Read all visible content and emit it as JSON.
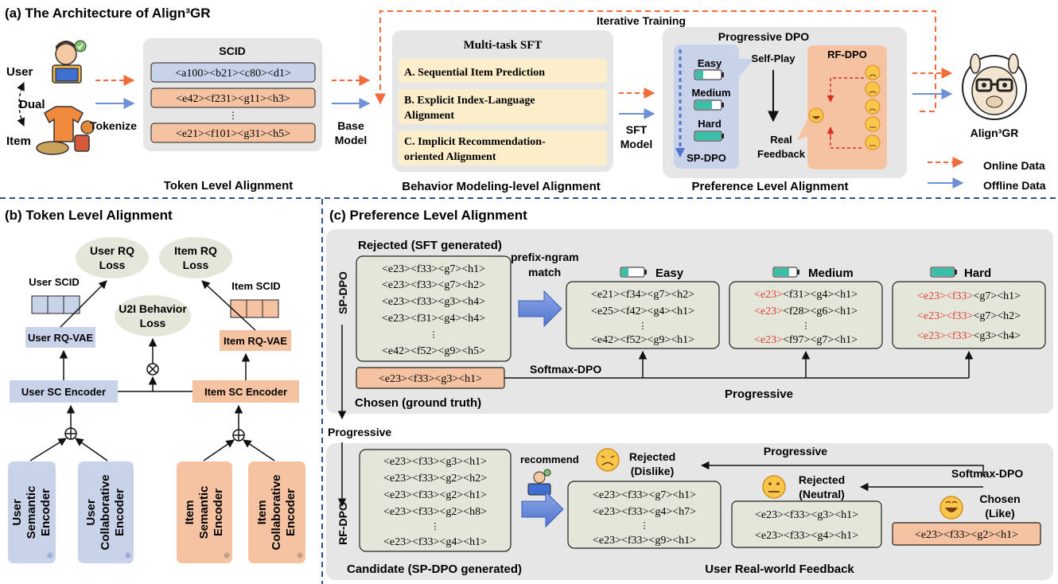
{
  "top": {
    "title": "(a) The Architecture of Align³GR",
    "iterative_training": "Iterative Training",
    "user_label": "User",
    "dual_label": "Dual",
    "item_label": "Item",
    "tokenize_label": "Tokenize",
    "scid_title": "SCID",
    "scid_rows": [
      "<a100><b21><c80><d1>",
      "<e42><f231><g11><h3>",
      "⋮",
      "<e21><f101><g31><h5>"
    ],
    "base_model": [
      "Base",
      "Model"
    ],
    "sft_title": "Multi-task SFT",
    "sft_tasks": [
      [
        "A. Sequential Item Prediction"
      ],
      [
        "B. Explicit Index-Language",
        "Alignment"
      ],
      [
        "C. Implicit Recommendation-",
        "oriented Alignment"
      ]
    ],
    "sft_model": [
      "SFT",
      "Model"
    ],
    "pdpo_title": "Progressive DPO",
    "levels": [
      "Easy",
      "Medium",
      "Hard"
    ],
    "sp_dpo": "SP-DPO",
    "self_play": "Self-Play",
    "real_feedback": [
      "Real",
      "Feedback"
    ],
    "rf_dpo": "RF-DPO",
    "output_model": "Align³GR",
    "token_level": "Token Level Alignment",
    "behavior_level": "Behavior Modeling-level Alignment",
    "preference_level": "Preference Level Alignment",
    "legend_online": "Online Data",
    "legend_offline": "Offline Data",
    "colors": {
      "online": "#f26b3a",
      "offline": "#6f8fd6",
      "peach": "#f6c3a2",
      "blue_box": "#c8d3ea",
      "gray_bg": "#e6e6e6",
      "yellow": "#fdeecb",
      "green_box": "#e3e6d9",
      "red_text": "#e53935"
    }
  },
  "b": {
    "title": "(b) Token Level Alignment",
    "user_rq_loss": [
      "User RQ",
      "Loss"
    ],
    "item_rq_loss": [
      "Item RQ",
      "Loss"
    ],
    "u2i_loss": [
      "U2I Behavior",
      "Loss"
    ],
    "user_scid": "User SCID",
    "item_scid": "Item SCID",
    "user_rqvae": "User RQ-VAE",
    "item_rqvae": "Item RQ-VAE",
    "user_sc_encoder": "User SC Encoder",
    "item_sc_encoder": "Item SC Encoder",
    "user_sem": [
      "User",
      "Semantic",
      "Encoder"
    ],
    "user_col": [
      "User",
      "Collaborative",
      "Encoder"
    ],
    "item_sem": [
      "Item",
      "Semantic",
      "Encoder"
    ],
    "item_col": [
      "Item",
      "Collaborative",
      "Encoder"
    ]
  },
  "c": {
    "title": "(c) Preference  Level Alignment",
    "sp_dpo": "SP-DPO",
    "rf_dpo": "RF-DPO",
    "rejected_sft": "Rejected (SFT generated)",
    "rejected_rows": [
      "<e23><f33><g7><h1>",
      "<e23><f33><g7><h2>",
      "<e23><f33><g3><h4>",
      "<e23><f31><g4><h4>",
      "⋮",
      "<e42><f52><g9><h5>"
    ],
    "prefix_match": [
      "prefix-ngram",
      "match"
    ],
    "easy": "Easy",
    "medium": "Medium",
    "hard": "Hard",
    "easy_rows": [
      "<e21><f34><g7><h2>",
      "<e25><f42><g4><h1>",
      "⋮",
      "<e42><f52><g9><h1>"
    ],
    "medium_rows": [
      {
        "red": "<e23>",
        "black": "<f31><g4><h1>"
      },
      {
        "red": "<e23>",
        "black": "<f28><g6><h1>"
      },
      {
        "red": "",
        "black": "⋮"
      },
      {
        "red": "<e23>",
        "black": "<f97><g7><h1>"
      }
    ],
    "hard_rows": [
      {
        "red": "<e23><f33>",
        "black": "<g7><h1>"
      },
      {
        "red": "<e23><f33>",
        "black": "<g7><h2>"
      },
      {
        "red": "<e23><f33>",
        "black": "<g3><h4>"
      }
    ],
    "chosen_value": "<e23><f33><g3><h1>",
    "softmax_dpo": "Softmax-DPO",
    "chosen_gt": "Chosen (ground truth)",
    "progressive": "Progressive",
    "progressive_left": "Progressive",
    "candidate_rows": [
      "<e23><f33><g3><h1>",
      "<e23><f33><g2><h2>",
      "<e23><f33><g2><h1>",
      "<e23><f33><g2><h8>",
      "⋮",
      "<e23><f33><g4><h1>"
    ],
    "recommend": "recommend",
    "rejected_dislike": [
      "Rejected",
      "(Dislike)"
    ],
    "dislike_rows": [
      "<e23><f33><g7><h1>",
      "<e23><f33><g4><h7>",
      "⋮",
      "<e23><f33><g9><h1>"
    ],
    "progressive_bottom": "Progressive",
    "rejected_neutral": [
      "Rejected",
      "(Neutral)"
    ],
    "neutral_rows": [
      "<e23><f33><g3><h1>",
      "<e23><f33><g4><h1>"
    ],
    "softmax_dpo_bottom": "Softmax-DPO",
    "chosen_like": [
      "Chosen",
      "(Like)"
    ],
    "like_value": "<e23><f33><g2><h1>",
    "candidate_label": "Candidate (SP-DPO generated)",
    "feedback_label": "User Real-world Feedback"
  }
}
